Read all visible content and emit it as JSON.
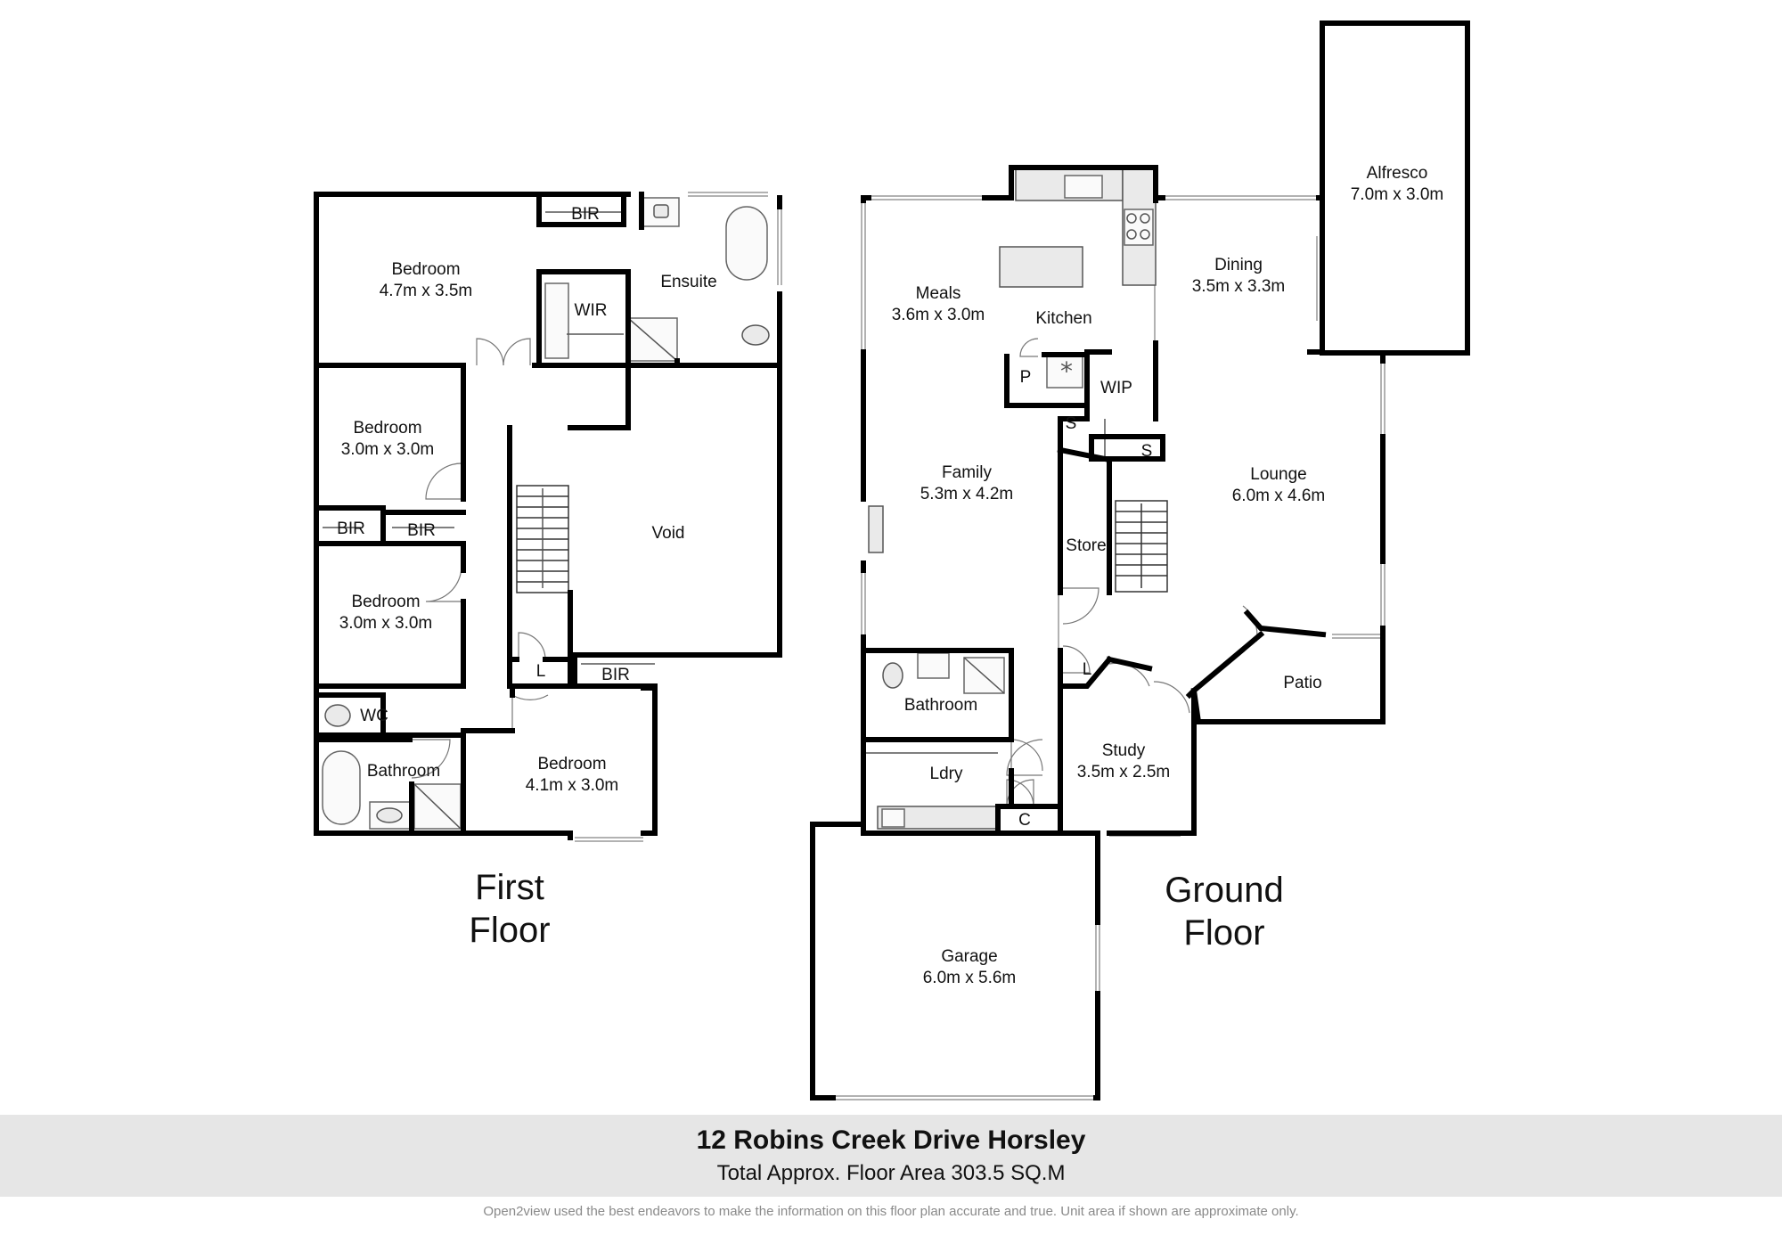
{
  "first_floor": {
    "title_line1": "First",
    "title_line2": "Floor",
    "rooms": {
      "bedroom_main": {
        "name": "Bedroom",
        "size": "4.7m x 3.5m"
      },
      "bir_top": {
        "name": "BIR"
      },
      "ensuite": {
        "name": "Ensuite"
      },
      "wir": {
        "name": "WIR"
      },
      "bedroom_2": {
        "name": "Bedroom",
        "size": "3.0m x 3.0m"
      },
      "bir_left": {
        "name": "BIR"
      },
      "bir_mid": {
        "name": "BIR"
      },
      "bedroom_3": {
        "name": "Bedroom",
        "size": "3.0m x 3.0m"
      },
      "void": {
        "name": "Void"
      },
      "linen": {
        "name": "L"
      },
      "bir_bottom": {
        "name": "BIR"
      },
      "wc": {
        "name": "WC"
      },
      "bathroom": {
        "name": "Bathroom"
      },
      "bedroom_4": {
        "name": "Bedroom",
        "size": "4.1m x 3.0m"
      }
    }
  },
  "ground_floor": {
    "title_line1": "Ground",
    "title_line2": "Floor",
    "rooms": {
      "alfresco": {
        "name": "Alfresco",
        "size": "7.0m x 3.0m"
      },
      "meals": {
        "name": "Meals",
        "size": "3.6m x 3.0m"
      },
      "kitchen": {
        "name": "Kitchen"
      },
      "dining": {
        "name": "Dining",
        "size": "3.5m x 3.3m"
      },
      "pantry": {
        "name": "P"
      },
      "wip": {
        "name": "WIP"
      },
      "storage_s1": {
        "name": "S"
      },
      "storage_s2": {
        "name": "S"
      },
      "family": {
        "name": "Family",
        "size": "5.3m x 4.2m"
      },
      "lounge": {
        "name": "Lounge",
        "size": "6.0m x 4.6m"
      },
      "store": {
        "name": "Store"
      },
      "linen": {
        "name": "L"
      },
      "patio": {
        "name": "Patio"
      },
      "bathroom": {
        "name": "Bathroom"
      },
      "laundry": {
        "name": "Ldry"
      },
      "cupboard": {
        "name": "C"
      },
      "study": {
        "name": "Study",
        "size": "3.5m x 2.5m"
      },
      "garage": {
        "name": "Garage",
        "size": "6.0m x 5.6m"
      }
    }
  },
  "footer": {
    "address": "12 Robins Creek Drive Horsley",
    "total_area": "Total Approx. Floor Area 303.5 SQ.M",
    "disclaimer": "Open2view used the best endeavors to make the information on this floor plan accurate and true. Unit area if shown are approximate only."
  }
}
